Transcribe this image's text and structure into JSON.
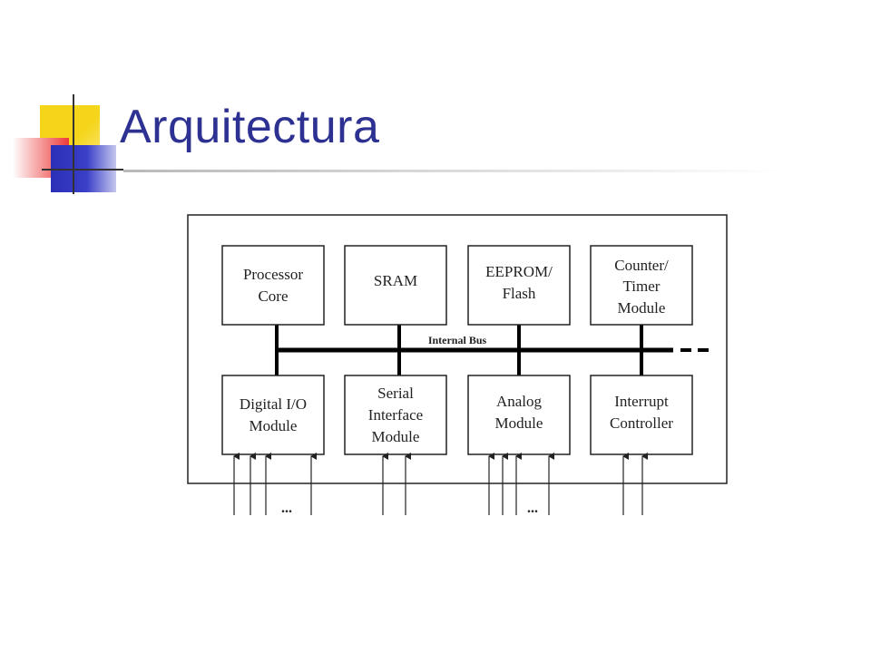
{
  "slide": {
    "title": "Arquitectura"
  },
  "diagram": {
    "top_modules": [
      {
        "id": "processor-core",
        "lines": [
          "Processor",
          "Core"
        ]
      },
      {
        "id": "sram",
        "lines": [
          "SRAM"
        ]
      },
      {
        "id": "eeprom-flash",
        "lines": [
          "EEPROM/",
          "Flash"
        ]
      },
      {
        "id": "counter-timer-module",
        "lines": [
          "Counter/",
          "Timer",
          "Module"
        ]
      }
    ],
    "bottom_modules": [
      {
        "id": "digital-io-module",
        "lines": [
          "Digital I/O",
          "Module"
        ]
      },
      {
        "id": "serial-interface-module",
        "lines": [
          "Serial",
          "Interface",
          "Module"
        ]
      },
      {
        "id": "analog-module",
        "lines": [
          "Analog",
          "Module"
        ]
      },
      {
        "id": "interrupt-controller",
        "lines": [
          "Interrupt",
          "Controller"
        ]
      }
    ],
    "bus_label": "Internal Bus",
    "ellipsis": "..."
  }
}
